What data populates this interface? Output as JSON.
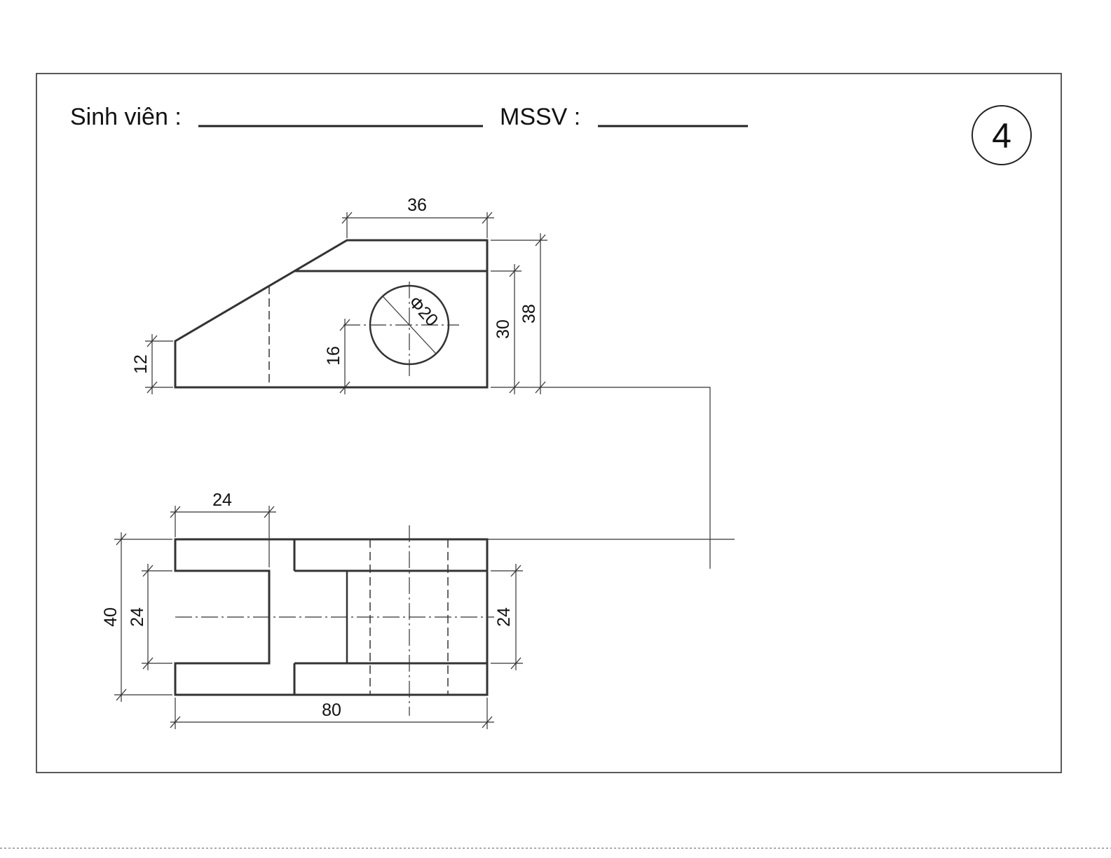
{
  "header": {
    "student_label": "Sinh viên :",
    "id_label": "MSSV :",
    "sheet_number": "4"
  },
  "front_view": {
    "dimensions": {
      "top_width": "36",
      "total_height": "38",
      "body_height": "30",
      "hole_center_height": "16",
      "left_height": "12",
      "hole_diameter": "Φ20"
    }
  },
  "top_view": {
    "dimensions": {
      "slot_width": "24",
      "total_depth": "40",
      "slot_depth": "24",
      "right_depth": "24",
      "total_length": "80"
    }
  }
}
